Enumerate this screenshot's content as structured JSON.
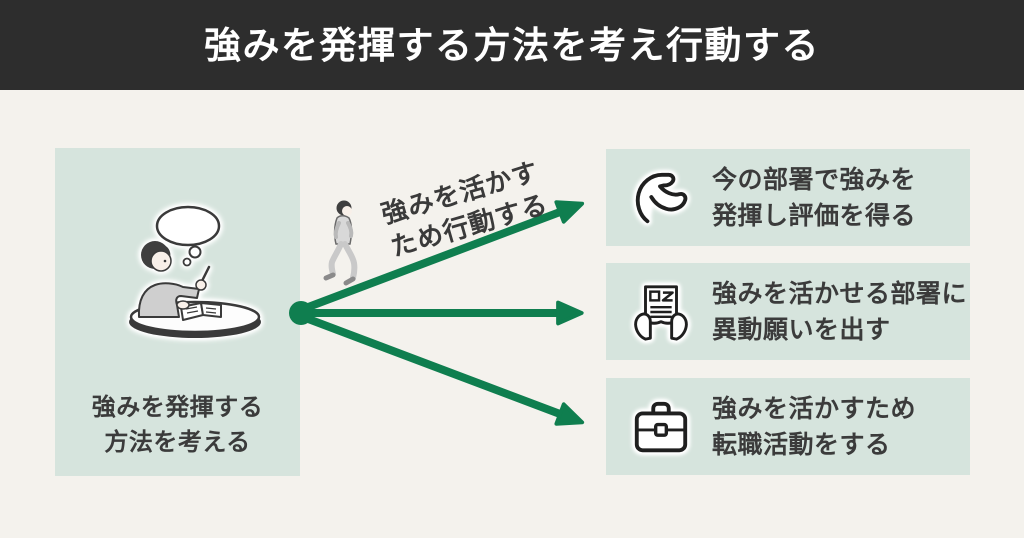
{
  "header": {
    "title": "強みを発揮する方法を考え行動する"
  },
  "left_panel": {
    "illustration": "person-thinking-at-table",
    "caption_line1": "強みを発揮する",
    "caption_line2": "方法を考える"
  },
  "flow": {
    "illustration": "person-walking",
    "label_line1": "強みを活かす",
    "label_line2": "ため行動する",
    "arrow_count": 3
  },
  "outcomes": [
    {
      "icon": "flexed-arm-icon",
      "line1": "今の部署で強みを",
      "line2": "発揮し評価を得る"
    },
    {
      "icon": "newspaper-hands-icon",
      "line1": "強みを活かせる部署に",
      "line2": "異動願いを出す"
    },
    {
      "icon": "briefcase-icon",
      "line1": "強みを活かすため",
      "line2": "転職活動をする"
    }
  ],
  "colors": {
    "header_bg": "#2d2d2d",
    "canvas_bg": "#f4f2ed",
    "panel_bg": "#d6e4dd",
    "accent_green": "#0f7e4f",
    "text_dark": "#3b3b3b",
    "title_text": "#ffffff"
  }
}
